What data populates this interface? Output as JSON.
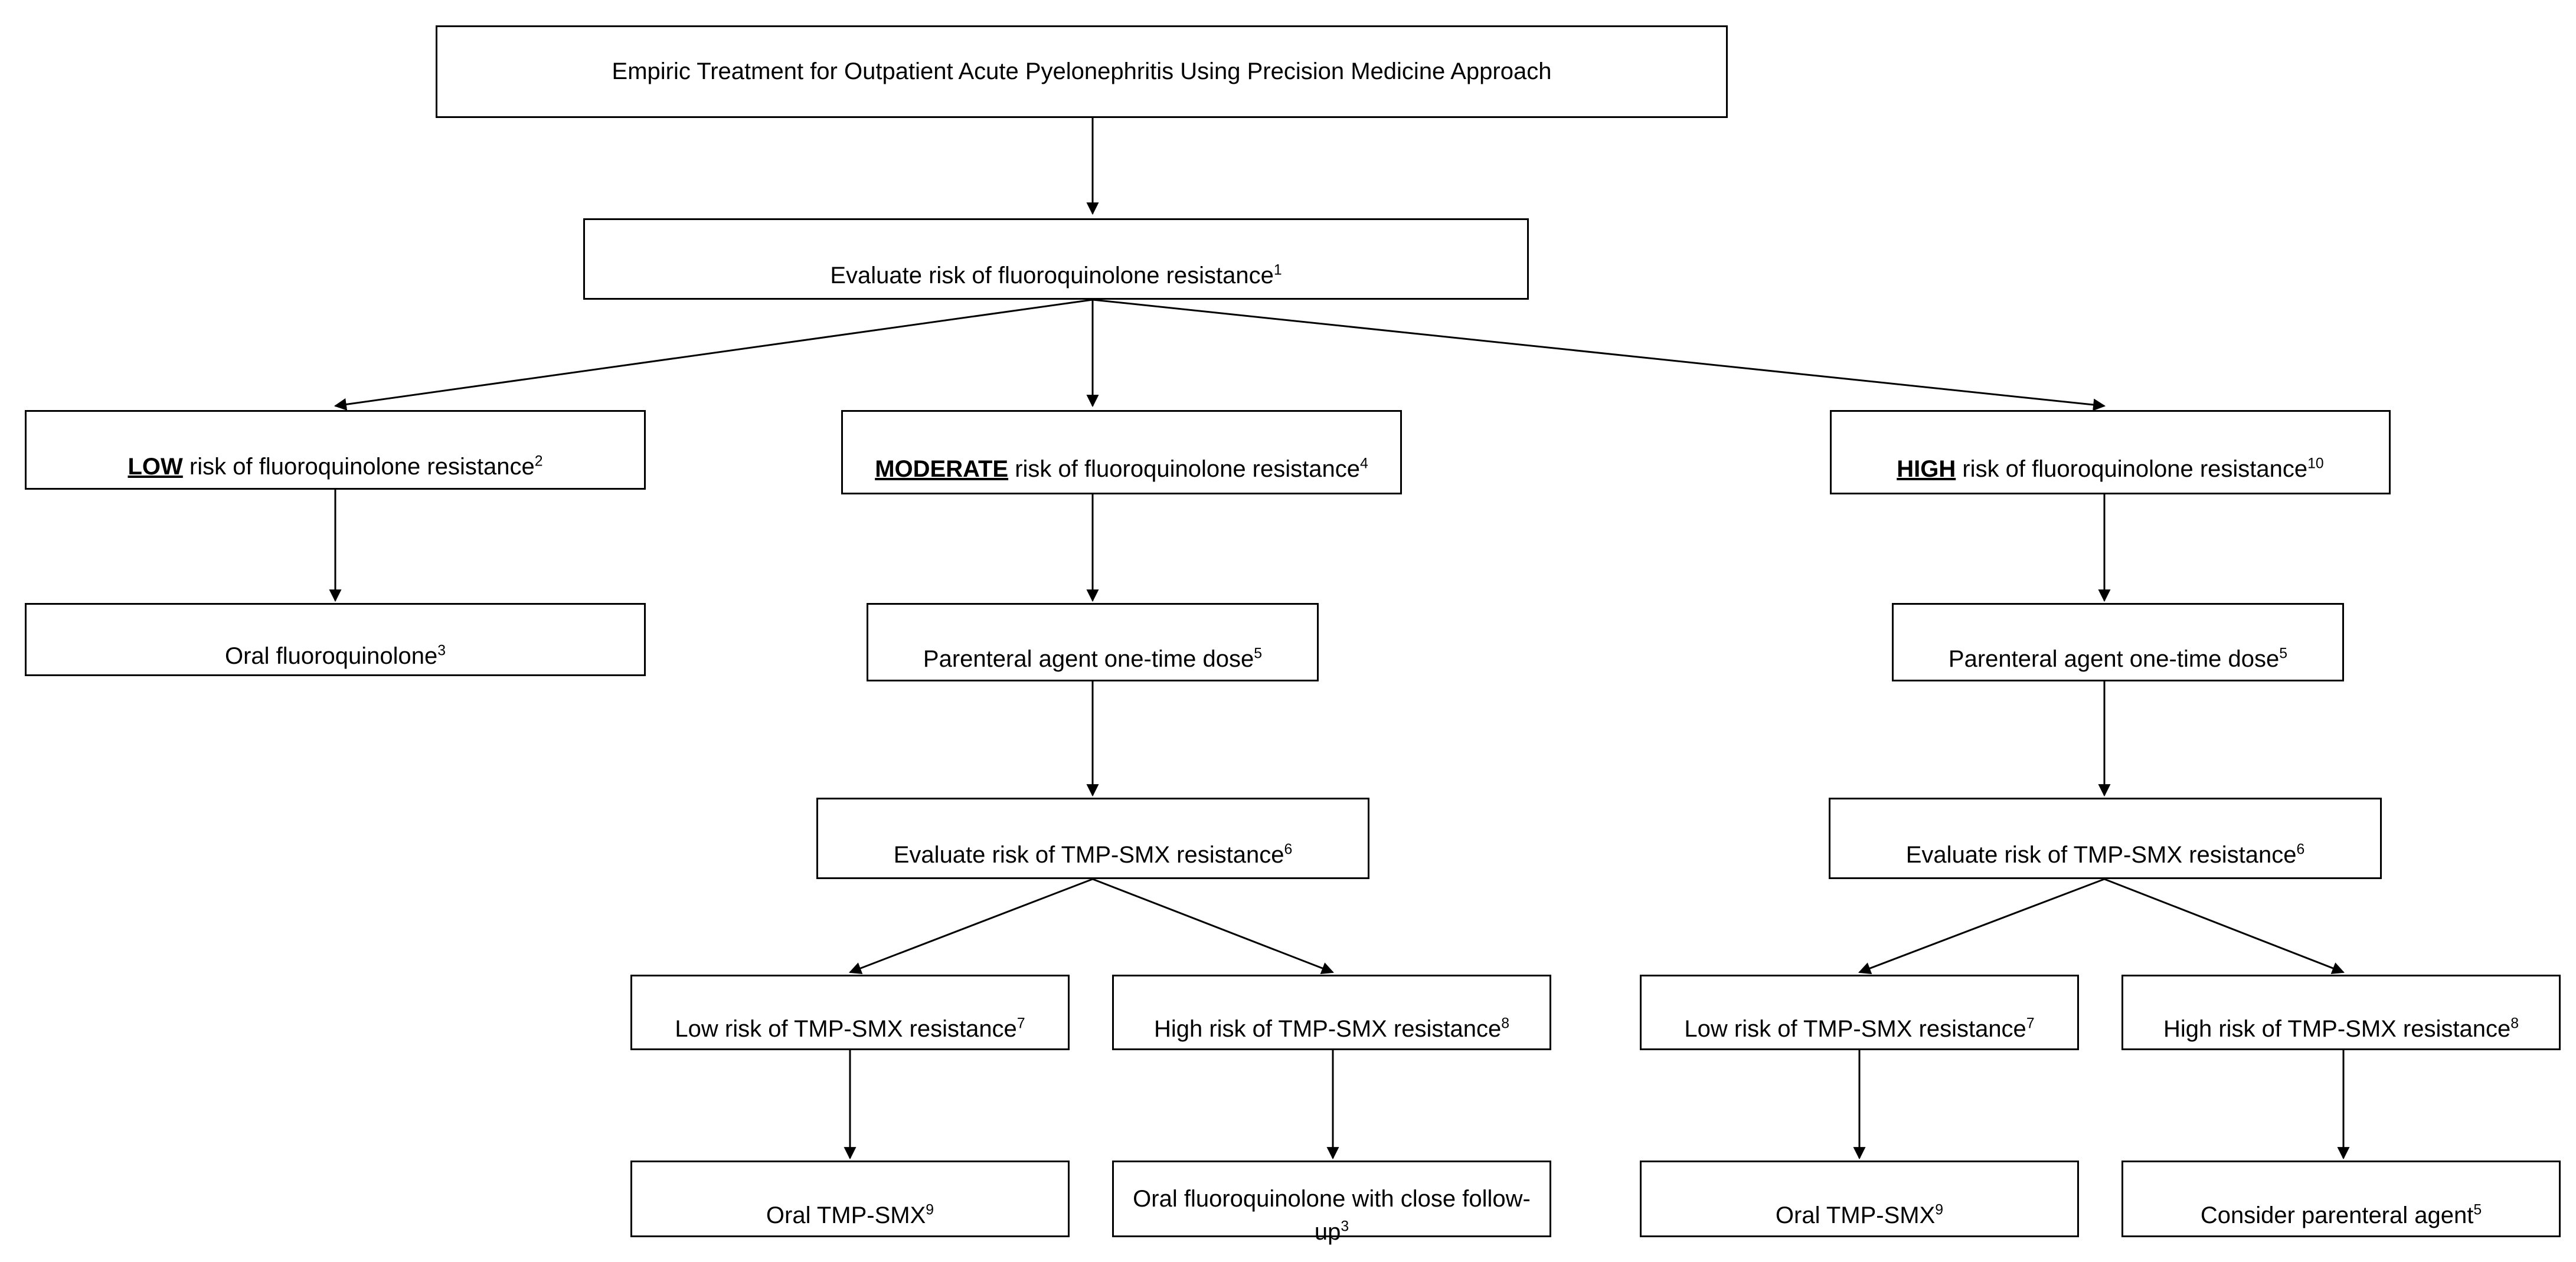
{
  "diagram": {
    "title": "Empiric Treatment for Outpatient Acute Pyelonephritis Using Precision Medicine Approach",
    "stroke_color": "#000000",
    "fill_color": "#ffffff"
  },
  "nodes": {
    "title_box": {
      "text": "Empiric Treatment for Outpatient Acute Pyelonephritis Using Precision Medicine Approach"
    },
    "evaluate_fq": {
      "text": "Evaluate risk of fluoroquinolone resistance",
      "superscript": "1"
    },
    "low_risk_fq": {
      "emphasis": "LOW",
      "text": " risk of fluoroquinolone resistance",
      "superscript": "2"
    },
    "moderate_risk_fq": {
      "emphasis": "MODERATE",
      "text": " risk of fluoroquinolone resistance",
      "superscript": "4"
    },
    "high_risk_fq": {
      "emphasis": "HIGH",
      "text": " risk of fluoroquinolone resistance",
      "superscript": "10"
    },
    "oral_fq": {
      "text": "Oral fluoroquinolone",
      "superscript": "3"
    },
    "parenteral_mod": {
      "text": "Parenteral agent one-time dose",
      "superscript": "5"
    },
    "parenteral_high": {
      "text": "Parenteral agent one-time dose",
      "superscript": "5"
    },
    "evaluate_tmp_mod": {
      "text": "Evaluate risk of TMP-SMX resistance",
      "superscript": "6"
    },
    "evaluate_tmp_high": {
      "text": "Evaluate risk of TMP-SMX resistance",
      "superscript": "6"
    },
    "low_tmp_mod": {
      "text": "Low risk of TMP-SMX resistance",
      "superscript": "7"
    },
    "high_tmp_mod": {
      "text": "High risk of TMP-SMX resistance",
      "superscript": "8"
    },
    "low_tmp_high": {
      "text": "Low risk of TMP-SMX resistance",
      "superscript": "7"
    },
    "high_tmp_high": {
      "text": "High risk of TMP-SMX resistance",
      "superscript": "8"
    },
    "oral_tmp_mod": {
      "text": "Oral TMP-SMX",
      "superscript": "9"
    },
    "oral_fq_followup": {
      "text": "Oral fluoroquinolone with close follow-up",
      "superscript": "3"
    },
    "oral_tmp_high": {
      "text": "Oral TMP-SMX",
      "superscript": "9"
    },
    "consider_parenteral": {
      "text": "Consider parenteral agent",
      "superscript": "5"
    }
  }
}
